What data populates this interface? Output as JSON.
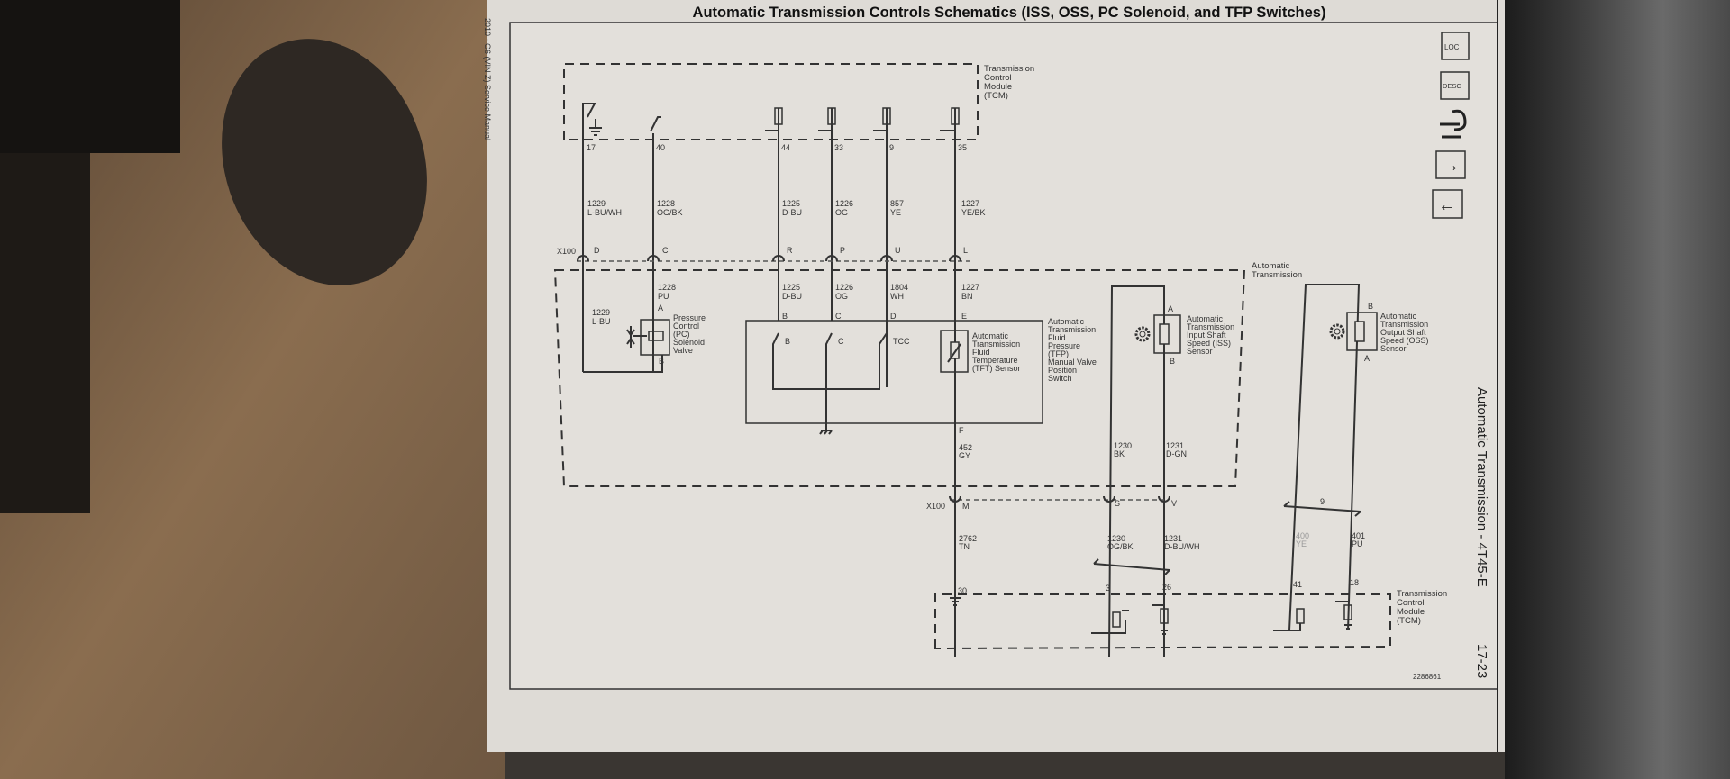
{
  "title": "Automatic Transmission Controls Schematics (ISS, OSS, PC Solenoid, and TFP Switches)",
  "side_label": "2010 - G6 (VIN Z) Service Manual",
  "footer": {
    "section": "Automatic Transmission - 4T45-E",
    "page": "17-23",
    "figure_id": "2286861"
  },
  "nav_icons": [
    {
      "name": "loc",
      "label": "LOC"
    },
    {
      "name": "desc",
      "label": "DESC"
    },
    {
      "name": "connector-repair",
      "label": ""
    },
    {
      "name": "next",
      "label": "→"
    },
    {
      "name": "prev",
      "label": "←"
    }
  ],
  "modules": {
    "tcm_top": [
      "Transmission",
      "Control",
      "Module",
      "(TCM)"
    ],
    "auto_trans": [
      "Automatic",
      "Transmission"
    ],
    "tcm_bottom": [
      "Transmission",
      "Control",
      "Module",
      "(TCM)"
    ]
  },
  "connector": "X100",
  "top_circuits": [
    {
      "pin": "17",
      "circuit": "1229",
      "color": "L-BU/WH",
      "x100": "D"
    },
    {
      "pin": "40",
      "circuit": "1228",
      "color": "OG/BK",
      "x100": "C"
    },
    {
      "pin": "44",
      "circuit": "1225",
      "color": "D-BU",
      "x100": "R"
    },
    {
      "pin": "33",
      "circuit": "1226",
      "color": "OG",
      "x100": "P"
    },
    {
      "pin": "9",
      "circuit": "857",
      "color": "YE",
      "x100": "U"
    },
    {
      "pin": "35",
      "circuit": "1227",
      "color": "YE/BK",
      "x100": "L"
    }
  ],
  "inner_circuits": [
    {
      "circuit": "1229",
      "color": "L-BU"
    },
    {
      "circuit": "1228",
      "color": "PU",
      "pin": "A"
    },
    {
      "circuit": "1225",
      "color": "D-BU",
      "pin": "B"
    },
    {
      "circuit": "1226",
      "color": "OG",
      "pin": "C"
    },
    {
      "circuit": "1804",
      "color": "WH",
      "pin": "D"
    },
    {
      "circuit": "1227",
      "color": "BN",
      "pin": "E"
    }
  ],
  "pc_solenoid": {
    "label": [
      "Pressure",
      "Control",
      "(PC)",
      "Solenoid",
      "Valve"
    ],
    "pin_a": "A",
    "pin_b": "B"
  },
  "tfp_switch": {
    "label": [
      "Automatic",
      "Transmission",
      "Fluid",
      "Pressure",
      "(TFP)",
      "Manual Valve",
      "Position",
      "Switch"
    ],
    "switches": [
      "B",
      "C",
      "TCC"
    ]
  },
  "tft_sensor": {
    "label": [
      "Automatic",
      "Transmission",
      "Fluid",
      "Temperature",
      "(TFT) Sensor"
    ],
    "pin_f": "F"
  },
  "iss_sensor": {
    "label": [
      "Automatic",
      "Transmission",
      "Input Shaft",
      "Speed (ISS)",
      "Sensor"
    ],
    "pin_a": "A",
    "pin_b": "B"
  },
  "oss_sensor": {
    "label": [
      "Automatic",
      "Transmission",
      "Output Shaft",
      "Speed (OSS)",
      "Sensor"
    ],
    "pin_a": "A",
    "pin_b": "B"
  },
  "mid_circuits": [
    {
      "circuit": "452",
      "color": "GY"
    },
    {
      "circuit": "1230",
      "color": "BK"
    },
    {
      "circuit": "1231",
      "color": "D-GN"
    }
  ],
  "lower_x100": [
    "M",
    "S",
    "V"
  ],
  "bottom_circuits": [
    {
      "circuit": "2762",
      "color": "TN",
      "pin": "30"
    },
    {
      "circuit": "1230",
      "color": "OG/BK",
      "pin": "3"
    },
    {
      "circuit": "1231",
      "color": "D-BU/WH",
      "pin": "26"
    },
    {
      "circuit": "400",
      "color": "YE",
      "pin": "41"
    },
    {
      "circuit": "401",
      "color": "PU",
      "pin": "18"
    }
  ],
  "splice_label": "9"
}
